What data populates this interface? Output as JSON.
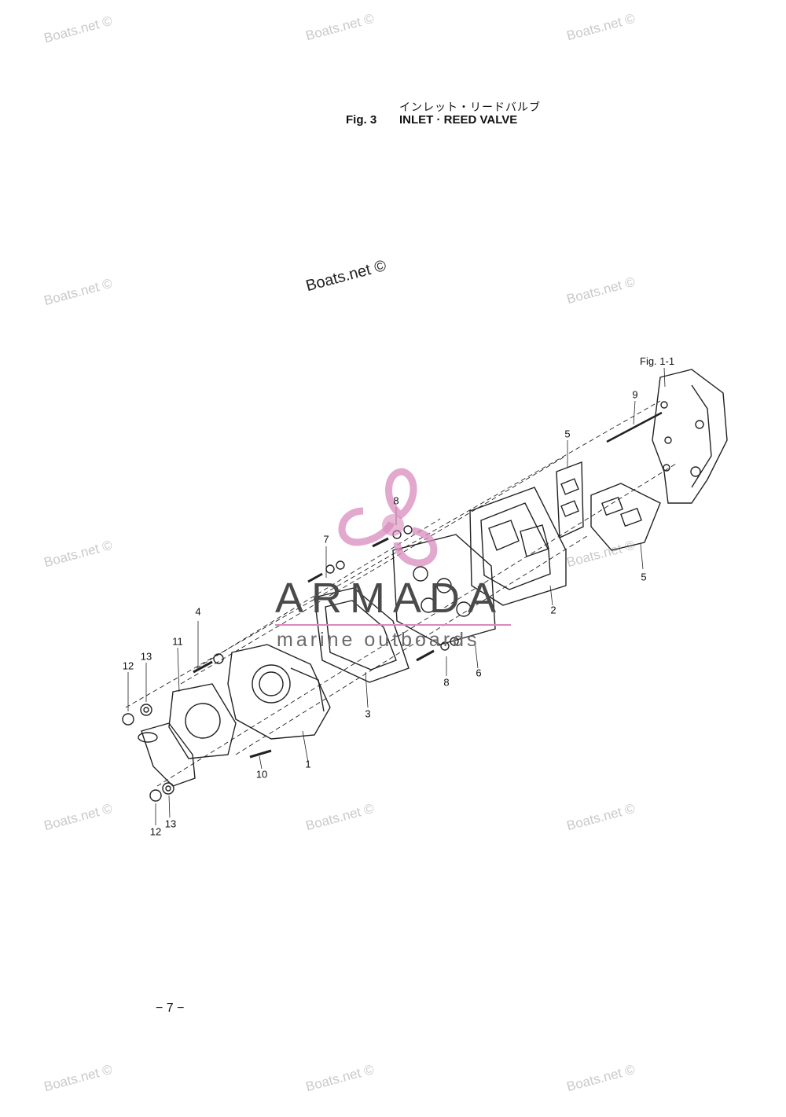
{
  "header": {
    "title_jp": "インレット・リードバルブ",
    "fig_label": "Fig. 3",
    "title_en": "INLET · REED VALVE"
  },
  "reference": "Fig. 1-1",
  "page_number": "− 7 −",
  "watermark": "Boats.net ©",
  "logo": {
    "brand": "ARMADA",
    "tagline": "marine outboards",
    "accent_color": "#d98bbd"
  },
  "callouts": [
    "1",
    "2",
    "3",
    "4",
    "5",
    "5",
    "6",
    "7",
    "8",
    "8",
    "9",
    "10",
    "11",
    "12",
    "12",
    "13",
    "13"
  ]
}
